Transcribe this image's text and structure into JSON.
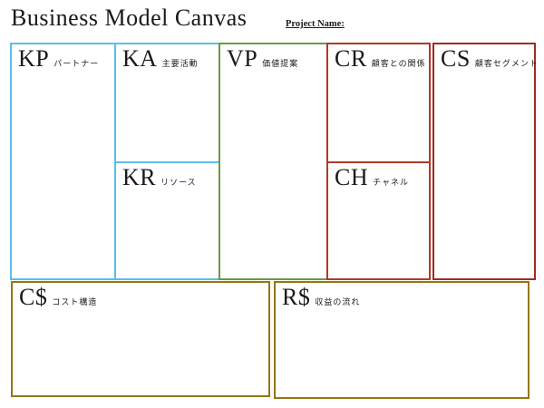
{
  "header": {
    "title": "Business Model Canvas",
    "project_name_label": "Project Name:"
  },
  "colors": {
    "blue": "#5bbde8",
    "green": "#6a9a3c",
    "red": "#b03a2a",
    "dark_red": "#a02c20",
    "olive": "#957614",
    "text": "#1a1a1a",
    "background": "#ffffff"
  },
  "blocks": [
    {
      "id": "kp",
      "code": "KP",
      "label": "パートナー",
      "color": "blue"
    },
    {
      "id": "ka",
      "code": "KA",
      "label": "主要活動",
      "color": "blue"
    },
    {
      "id": "kr",
      "code": "KR",
      "label": "リソース",
      "color": "blue"
    },
    {
      "id": "vp",
      "code": "VP",
      "label": "価値提案",
      "color": "green"
    },
    {
      "id": "cr",
      "code": "CR",
      "label": "顧客との関係",
      "color": "red"
    },
    {
      "id": "ch",
      "code": "CH",
      "label": "チャネル",
      "color": "red"
    },
    {
      "id": "cs",
      "code": "CS",
      "label": "顧客セグメント",
      "color": "dark_red"
    },
    {
      "id": "cost",
      "code": "C$",
      "label": "コスト構造",
      "color": "olive"
    },
    {
      "id": "revenue",
      "code": "R$",
      "label": "収益の流れ",
      "color": "olive"
    }
  ]
}
